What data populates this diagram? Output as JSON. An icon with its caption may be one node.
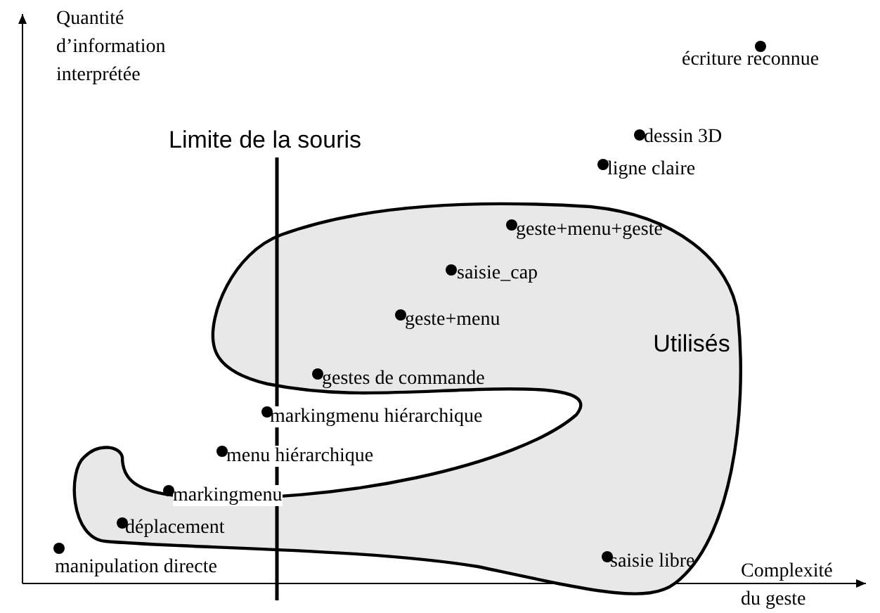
{
  "diagram": {
    "nodes": [
      {
        "text": [
          "Utilisés"
        ]
      }
    ],
    "labels": [
      "Quantité d’information interprétée",
      "Limite de la souris",
      "écriture reconnue",
      "dessin 3D",
      "ligne claire",
      "geste+menu+geste",
      "saisie_cap",
      "geste+menu",
      "gestes de commande",
      "markingmenu hiérarchique",
      "menu hiérarchique",
      "markingmenu",
      "déplacement",
      "manipulation directe",
      "saisie libre",
      "Complexité du geste"
    ]
  }
}
